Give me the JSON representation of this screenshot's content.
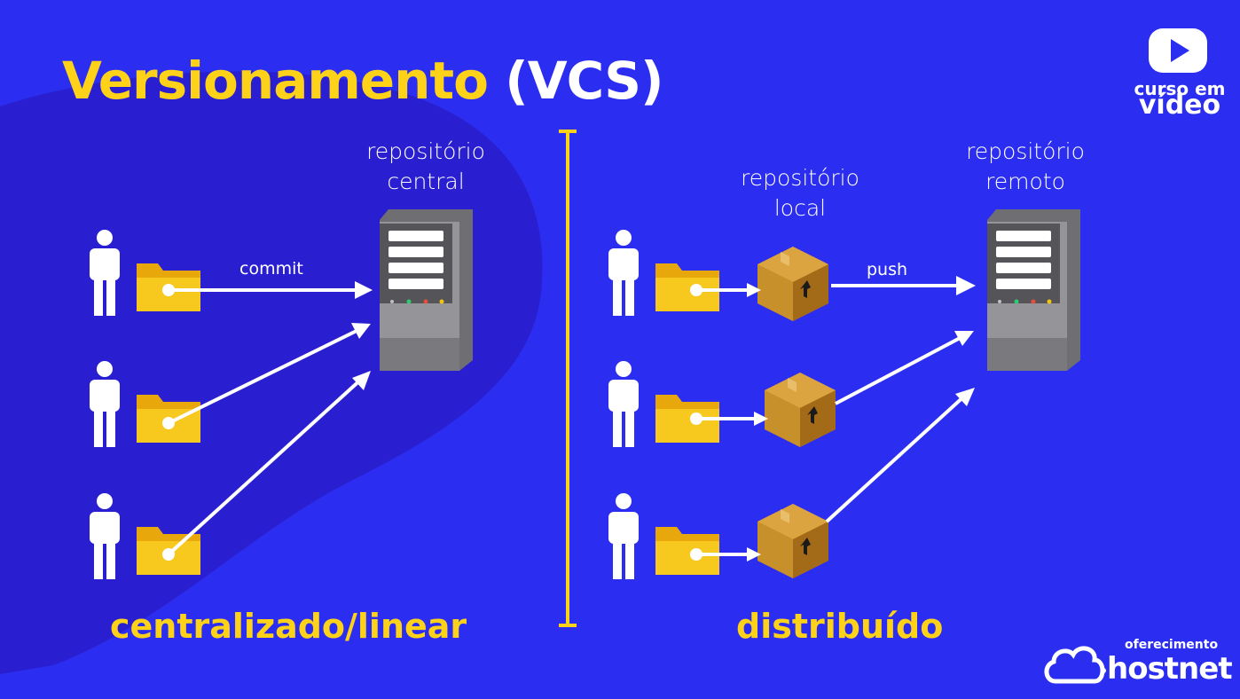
{
  "title": {
    "main": "Versionamento",
    "suffix": "(VCS)"
  },
  "left": {
    "server_label": [
      "repositório",
      "central"
    ],
    "arrow_label": "commit",
    "category": "centralizado/linear"
  },
  "right": {
    "local_label": [
      "repositório",
      "local"
    ],
    "remote_label": [
      "repositório",
      "remoto"
    ],
    "arrow_label": "push",
    "category": "distribuído"
  },
  "logo": {
    "line1": "curso em",
    "line2": "vídeo"
  },
  "sponsor": {
    "label": "oferecimento",
    "name": "hostnet"
  },
  "colors": {
    "background": "#2b2ef0",
    "blob": "#2a1fd0",
    "accent_yellow": "#ffd21a",
    "folder": "#f5c518",
    "box": "#c8902a",
    "server": "#8a8a8a"
  }
}
